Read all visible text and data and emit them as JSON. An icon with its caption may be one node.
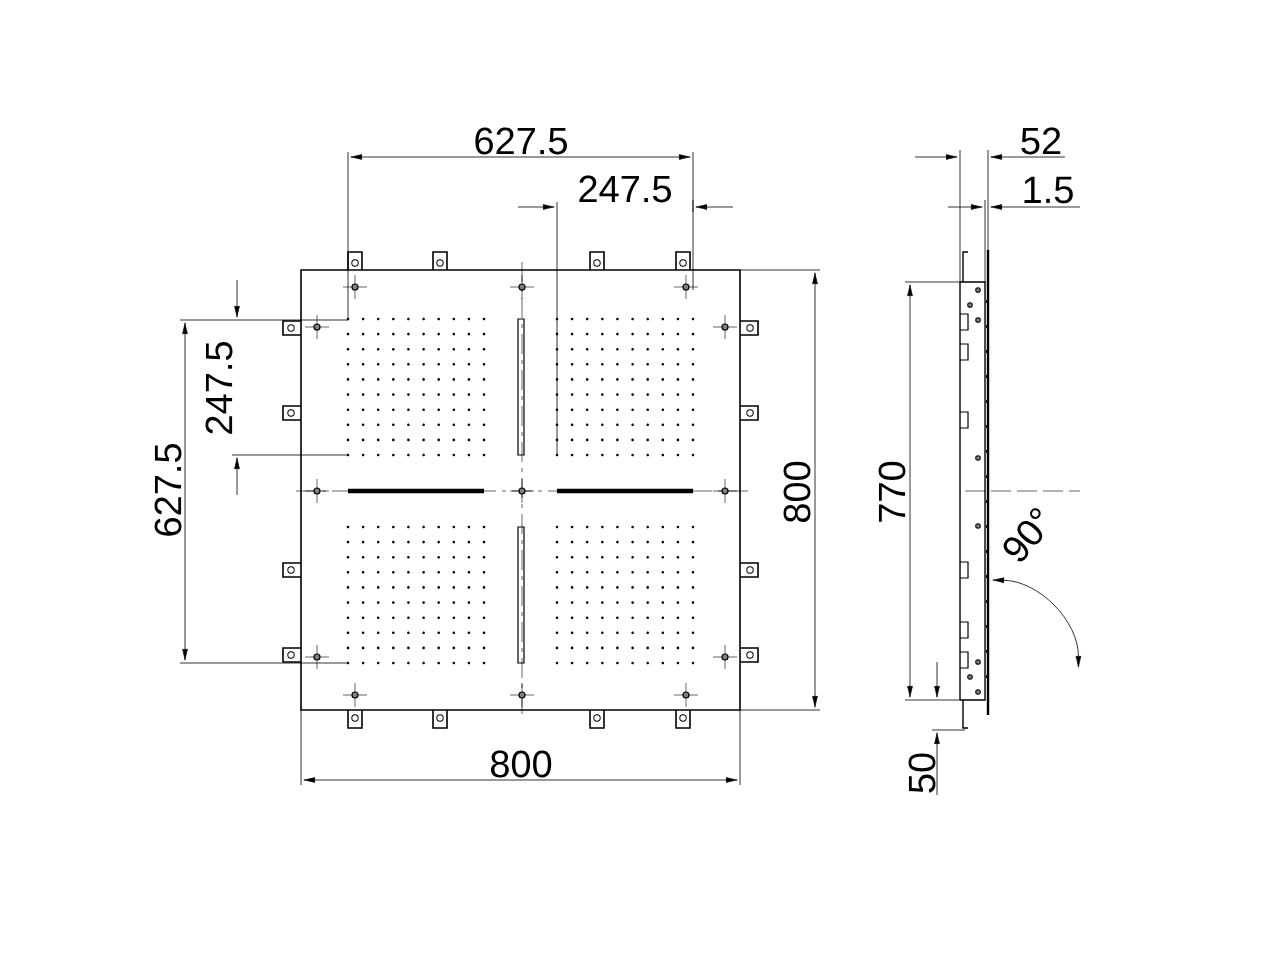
{
  "diagram": {
    "labels": [
      "627.5",
      "52",
      "247.5",
      "1.5",
      "247.5",
      "627.5",
      "800",
      "770",
      "90°",
      "800",
      "50"
    ]
  }
}
